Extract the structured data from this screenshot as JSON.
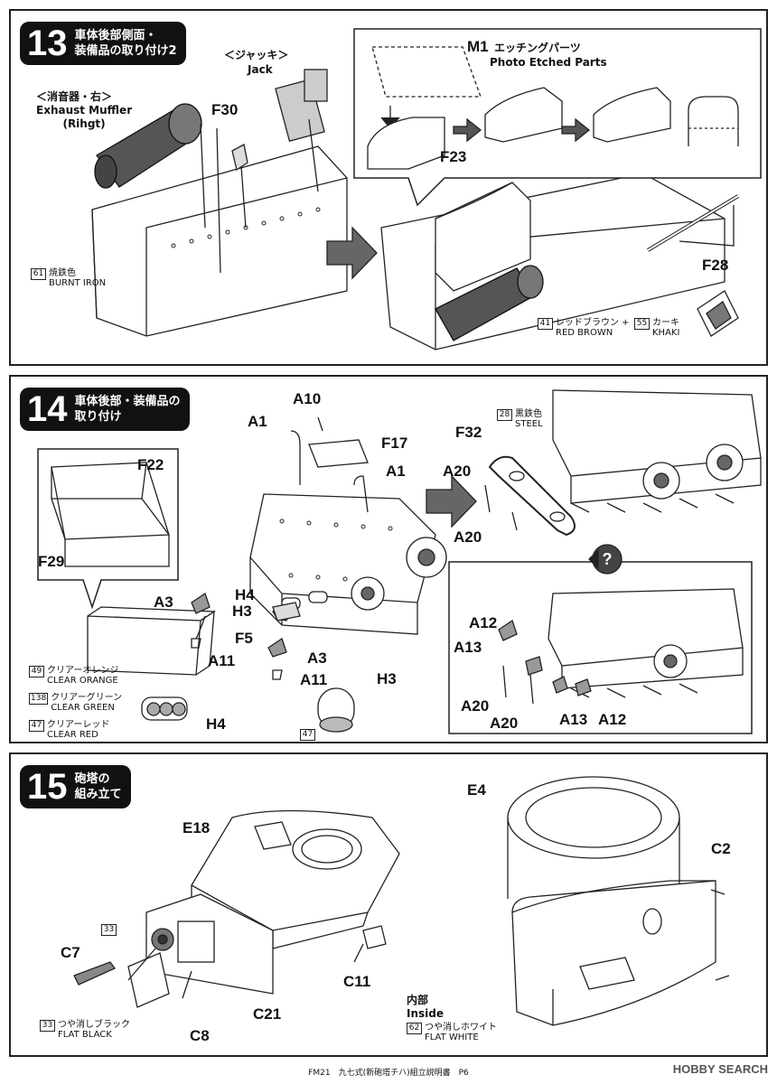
{
  "steps": [
    {
      "number": "13",
      "title_line1": "車体後部側面・",
      "title_line2": "装備品の取り付け2",
      "muffler_jp": "＜消音器・右＞",
      "muffler_en1": "Exhaust Muffler",
      "muffler_en2": "(Rihgt)",
      "jack_jp": "＜ジャッキ＞",
      "jack_en": "Jack",
      "part_f30": "F30",
      "part_m1": "M1",
      "m1_jp": "エッチングパーツ",
      "m1_en": "Photo Etched Parts",
      "part_f23": "F23",
      "part_f28": "F28",
      "paint_61_num": "61",
      "paint_61_jp": "焼鉄色",
      "paint_61_en": "BURNT IRON",
      "paint_41_num": "41",
      "paint_41_jp": "レッドブラウン",
      "paint_41_en": "RED BROWN",
      "plus": "+",
      "paint_55_num": "55",
      "paint_55_jp": "カーキ",
      "paint_55_en": "KHAKI"
    },
    {
      "number": "14",
      "title_line1": "車体後部・装備品の",
      "title_line2": "取り付け",
      "parts": [
        "A1",
        "A10",
        "F17",
        "A1",
        "F22",
        "F29",
        "A3",
        "H4",
        "H3",
        "F5",
        "A11",
        "A3",
        "A11",
        "H4",
        "H3",
        "F32",
        "A20",
        "A20",
        "A12",
        "A13",
        "A20",
        "A20",
        "A13",
        "A12"
      ],
      "paint_28_num": "28",
      "paint_28_jp": "黒鉄色",
      "paint_28_en": "STEEL",
      "paint_49_num": "49",
      "paint_49_jp": "クリアーオレンジ",
      "paint_49_en": "CLEAR ORANGE",
      "paint_138_num": "138",
      "paint_138_jp": "クリアーグリーン",
      "paint_138_en": "CLEAR GREEN",
      "paint_47_num": "47",
      "paint_47_jp": "クリアーレッド",
      "paint_47_en": "CLEAR RED",
      "paint_47b_num": "47",
      "question_icon": "question-icon"
    },
    {
      "number": "15",
      "title_line1": "砲塔の",
      "title_line2": "組み立て",
      "parts": [
        "E18",
        "C7",
        "C11",
        "C21",
        "C8",
        "E4",
        "C2"
      ],
      "paint_33a_num": "33",
      "paint_33_num": "33",
      "paint_33_jp": "つや消しブラック",
      "paint_33_en": "FLAT BLACK",
      "inside_jp": "内部",
      "inside_en": "Inside",
      "paint_62_num": "62",
      "paint_62_jp": "つや消しホワイト",
      "paint_62_en": "FLAT WHITE"
    }
  ],
  "footer": "FM21　九七式(新砲塔チハ)組立説明書　P6",
  "watermark": "HOBBY SEARCH",
  "colors": {
    "line": "#222222",
    "panel_bg": "#ffffff",
    "badge": "#111111",
    "arrow_fill": "#666666"
  }
}
